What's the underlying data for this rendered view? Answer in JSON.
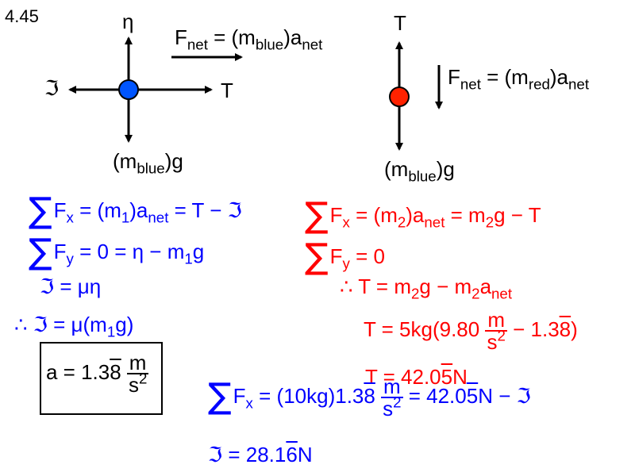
{
  "problem_number": "4.45",
  "blue_block": {
    "normal_label": "η",
    "friction_label": "ℑ",
    "tension_label": "T",
    "weight_label": "(m",
    "weight_sub": "blue",
    "weight_tail": ")g",
    "fnet_F": "F",
    "fnet_sub": "net",
    "fnet_mid": " = (m",
    "fnet_msub": "blue",
    "fnet_a": ")a",
    "fnet_asub": "net",
    "color": "#0055ff"
  },
  "red_block": {
    "tension_label": "T",
    "weight_label": "(m",
    "weight_sub": "blue",
    "weight_tail": ")g",
    "fnet_F": "F",
    "fnet_sub": "net",
    "fnet_mid": " = (m",
    "fnet_msub": "red",
    "fnet_a": ")a",
    "fnet_asub": "net",
    "color": "#ff2200"
  },
  "blue_eqs": {
    "sum": "∑",
    "eq1_F": "F",
    "eq1_sub": "x",
    "eq1_a": " = (m",
    "eq1_b": "1",
    "eq1_c": ")a",
    "eq1_d": "net",
    "eq1_e": " = T − ℑ",
    "eq2_F": "F",
    "eq2_sub": "y",
    "eq2_a": " = 0 = η − m",
    "eq2_b": "1",
    "eq2_c": "g",
    "eq3": "ℑ = μη",
    "eq4_a": "∴ ℑ = μ",
    "eq4_b": "(m",
    "eq4_c": "1",
    "eq4_d": "g)"
  },
  "answer_box": {
    "lhs": "a = 1.3",
    "repeat_digit": "8",
    "num": "m",
    "den": "s",
    "den_sup": "2"
  },
  "red_eqs": {
    "sum": "∑",
    "eq1_F": "F",
    "eq1_sub": "x",
    "eq1_a": " = (m",
    "eq1_b": "2",
    "eq1_c": ")a",
    "eq1_d": "net",
    "eq1_e": " = m",
    "eq1_f": "2",
    "eq1_g": "g − T",
    "eq2_F": "F",
    "eq2_sub": "y",
    "eq2_a": " = 0",
    "eq3_a": "∴ T = m",
    "eq3_b": "2",
    "eq3_c": "g − m",
    "eq3_d": "2",
    "eq3_e": "a",
    "eq3_f": "net",
    "eq4_a": "T = 5kg(9.80",
    "eq4_num": "m",
    "eq4_den": "s",
    "eq4_den_sup": "2",
    "eq4_b": " − 1.3",
    "eq4_c": "8",
    "eq4_d": ")",
    "eq5_a": "T = 42.0",
    "eq5_b": "5",
    "eq5_c": "N"
  },
  "bottom_eqs": {
    "sum": "∑",
    "eq1_F": "F",
    "eq1_sub": "x",
    "eq1_a": " = (10kg)1.3",
    "eq1_b": "8",
    "eq1_num": "m",
    "eq1_den": "s",
    "eq1_den_sup": "2",
    "eq1_c": " = 42.0",
    "eq1_d": "5",
    "eq1_e": "N − ℑ",
    "eq2_a": "ℑ = 28.1",
    "eq2_b": "6",
    "eq2_c": "N"
  }
}
